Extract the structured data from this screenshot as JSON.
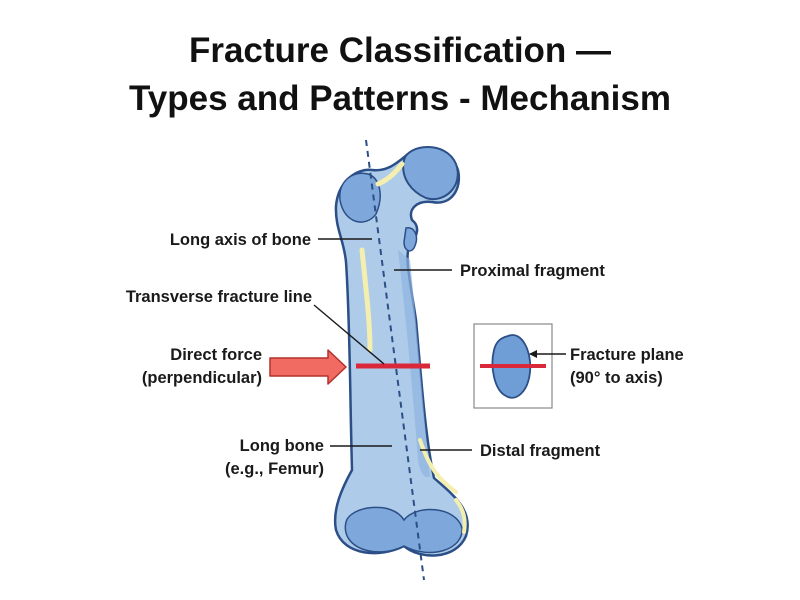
{
  "title": {
    "line1": "Fracture Classification —",
    "line2": "Types and Patterns - Mechanism"
  },
  "labels": {
    "long_axis": "Long axis of bone",
    "proximal_fragment": "Proximal fragment",
    "transverse_line": "Transverse fracture line",
    "direct_force_1": "Direct force",
    "direct_force_2": "(perpendicular)",
    "fracture_plane_1": "Fracture plane",
    "fracture_plane_2": "(90° to axis)",
    "long_bone_1": "Long bone",
    "long_bone_2": "(e.g., Femur)",
    "distal_fragment": "Distal fragment"
  },
  "colors": {
    "bone_fill": "#aecbe9",
    "bone_shade": "#6f9ed6",
    "bone_outline": "#2b4f86",
    "highlight": "#f4efae",
    "fracture_line": "#d8283a",
    "force_arrow": "#f26b63",
    "force_arrow_outline": "#b3322c"
  }
}
